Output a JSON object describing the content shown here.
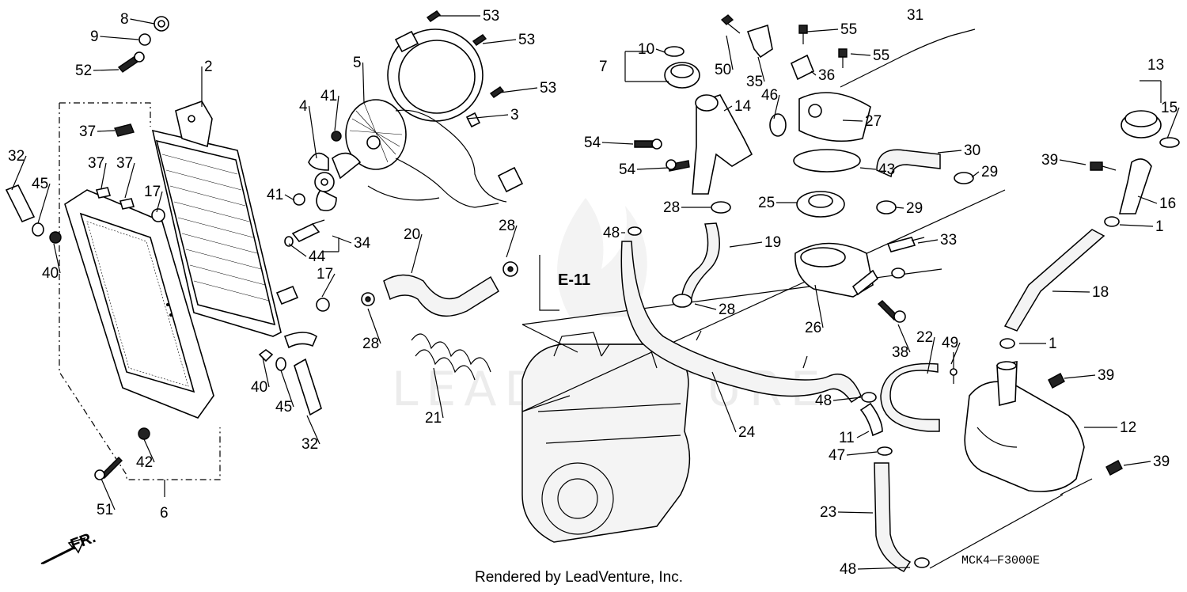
{
  "diagram": {
    "watermark": "LEADVENTURE",
    "reference_label": "E-11",
    "direction_label": "FR.",
    "diagram_code": "MCK4—F3000E",
    "credit": "Rendered by LeadVenture, Inc."
  },
  "callouts": [
    {
      "n": "8"
    },
    {
      "n": "9"
    },
    {
      "n": "52"
    },
    {
      "n": "2"
    },
    {
      "n": "37"
    },
    {
      "n": "37"
    },
    {
      "n": "37"
    },
    {
      "n": "32"
    },
    {
      "n": "45"
    },
    {
      "n": "40"
    },
    {
      "n": "17"
    },
    {
      "n": "17"
    },
    {
      "n": "40"
    },
    {
      "n": "45"
    },
    {
      "n": "32"
    },
    {
      "n": "42"
    },
    {
      "n": "51"
    },
    {
      "n": "6"
    },
    {
      "n": "5"
    },
    {
      "n": "4"
    },
    {
      "n": "41"
    },
    {
      "n": "41"
    },
    {
      "n": "34"
    },
    {
      "n": "44"
    },
    {
      "n": "53"
    },
    {
      "n": "53"
    },
    {
      "n": "53"
    },
    {
      "n": "3"
    },
    {
      "n": "20"
    },
    {
      "n": "28"
    },
    {
      "n": "28"
    },
    {
      "n": "21"
    },
    {
      "n": "10"
    },
    {
      "n": "7"
    },
    {
      "n": "14"
    },
    {
      "n": "54"
    },
    {
      "n": "54"
    },
    {
      "n": "48"
    },
    {
      "n": "50"
    },
    {
      "n": "35"
    },
    {
      "n": "55"
    },
    {
      "n": "55"
    },
    {
      "n": "36"
    },
    {
      "n": "31"
    },
    {
      "n": "46"
    },
    {
      "n": "27"
    },
    {
      "n": "43"
    },
    {
      "n": "30"
    },
    {
      "n": "29"
    },
    {
      "n": "29"
    },
    {
      "n": "28"
    },
    {
      "n": "25"
    },
    {
      "n": "19"
    },
    {
      "n": "28"
    },
    {
      "n": "33"
    },
    {
      "n": "26"
    },
    {
      "n": "38"
    },
    {
      "n": "24"
    },
    {
      "n": "22"
    },
    {
      "n": "49"
    },
    {
      "n": "48"
    },
    {
      "n": "11"
    },
    {
      "n": "47"
    },
    {
      "n": "23"
    },
    {
      "n": "48"
    },
    {
      "n": "13"
    },
    {
      "n": "15"
    },
    {
      "n": "39"
    },
    {
      "n": "16"
    },
    {
      "n": "1"
    },
    {
      "n": "18"
    },
    {
      "n": "1"
    },
    {
      "n": "39"
    },
    {
      "n": "12"
    },
    {
      "n": "39"
    }
  ]
}
